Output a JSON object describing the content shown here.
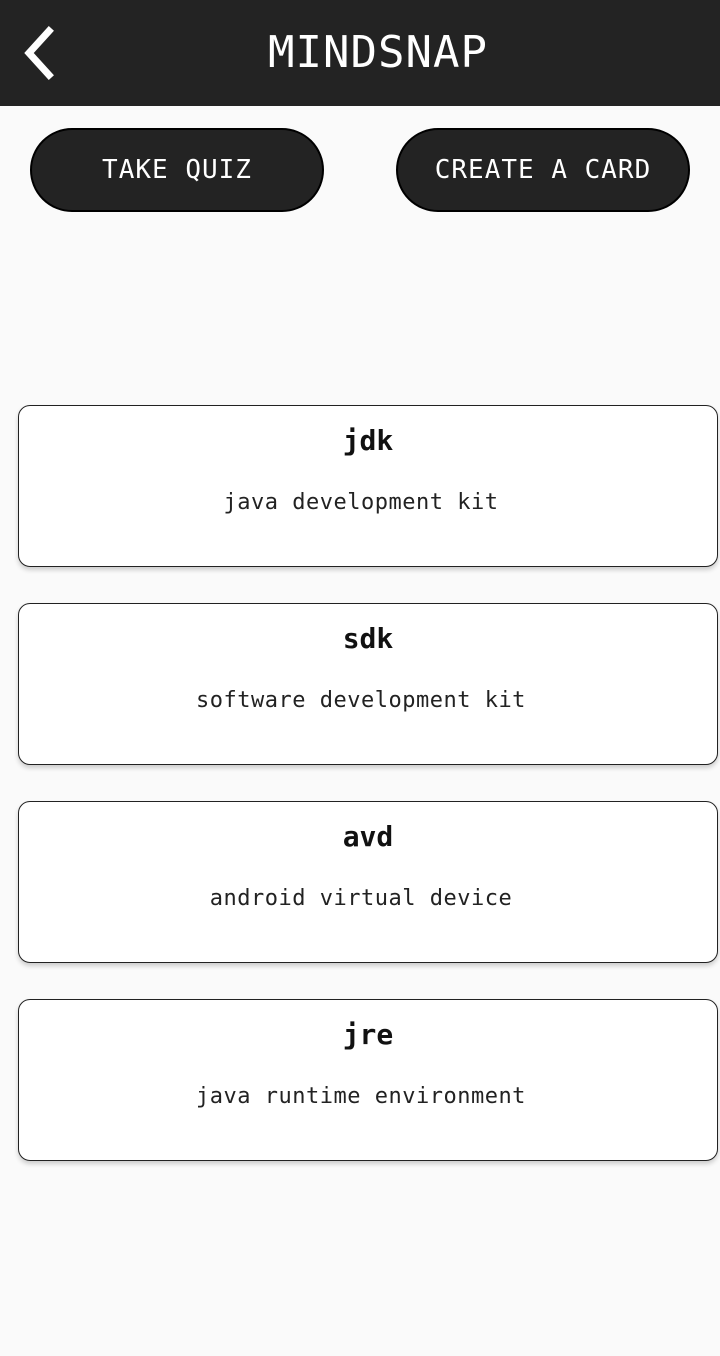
{
  "app_bar": {
    "title": "MINDSNAP",
    "back_icon": "chevron-left-icon"
  },
  "actions": {
    "take_quiz_label": "TAKE QUIZ",
    "create_card_label": "CREATE A CARD"
  },
  "cards": [
    {
      "term": "jdk",
      "definition": "java development kit"
    },
    {
      "term": "sdk",
      "definition": "software development kit"
    },
    {
      "term": "avd",
      "definition": "android virtual device"
    },
    {
      "term": "jre",
      "definition": "java runtime environment"
    }
  ],
  "colors": {
    "app_bar_bg": "#232323",
    "button_bg": "#232323",
    "page_bg": "#fafafa"
  }
}
